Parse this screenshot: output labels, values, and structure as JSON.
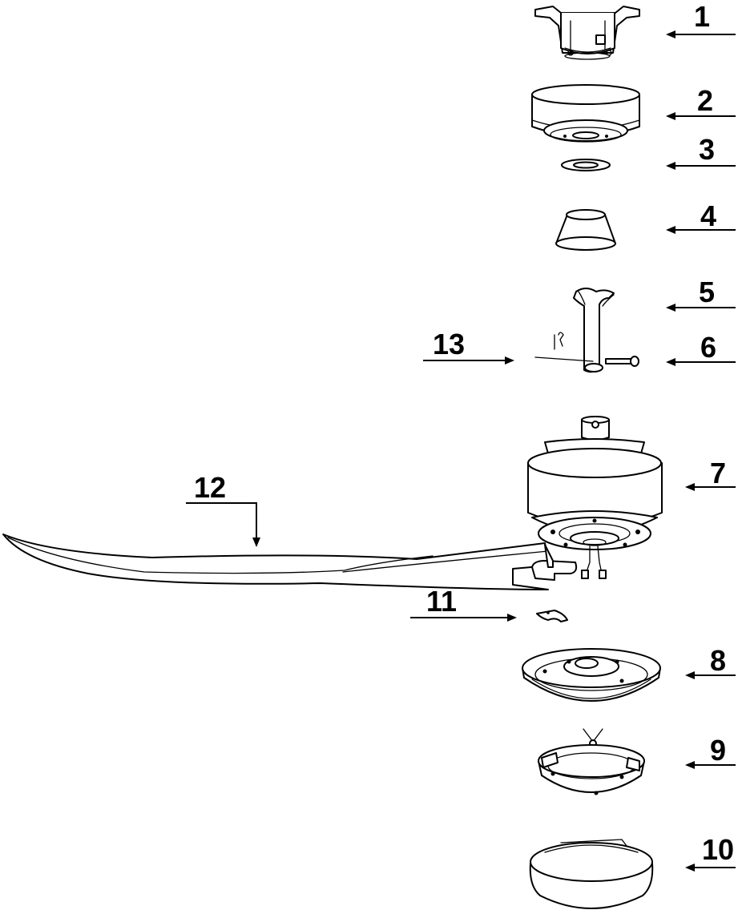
{
  "diagram": {
    "callouts": [
      {
        "id": "1",
        "label": "1"
      },
      {
        "id": "2",
        "label": "2"
      },
      {
        "id": "3",
        "label": "3"
      },
      {
        "id": "4",
        "label": "4"
      },
      {
        "id": "5",
        "label": "5"
      },
      {
        "id": "6",
        "label": "6"
      },
      {
        "id": "7",
        "label": "7"
      },
      {
        "id": "8",
        "label": "8"
      },
      {
        "id": "9",
        "label": "9"
      },
      {
        "id": "10",
        "label": "10"
      },
      {
        "id": "11",
        "label": "11"
      },
      {
        "id": "12",
        "label": "12"
      },
      {
        "id": "13",
        "label": "13"
      }
    ],
    "line_color": "#000000",
    "background": "#ffffff"
  }
}
